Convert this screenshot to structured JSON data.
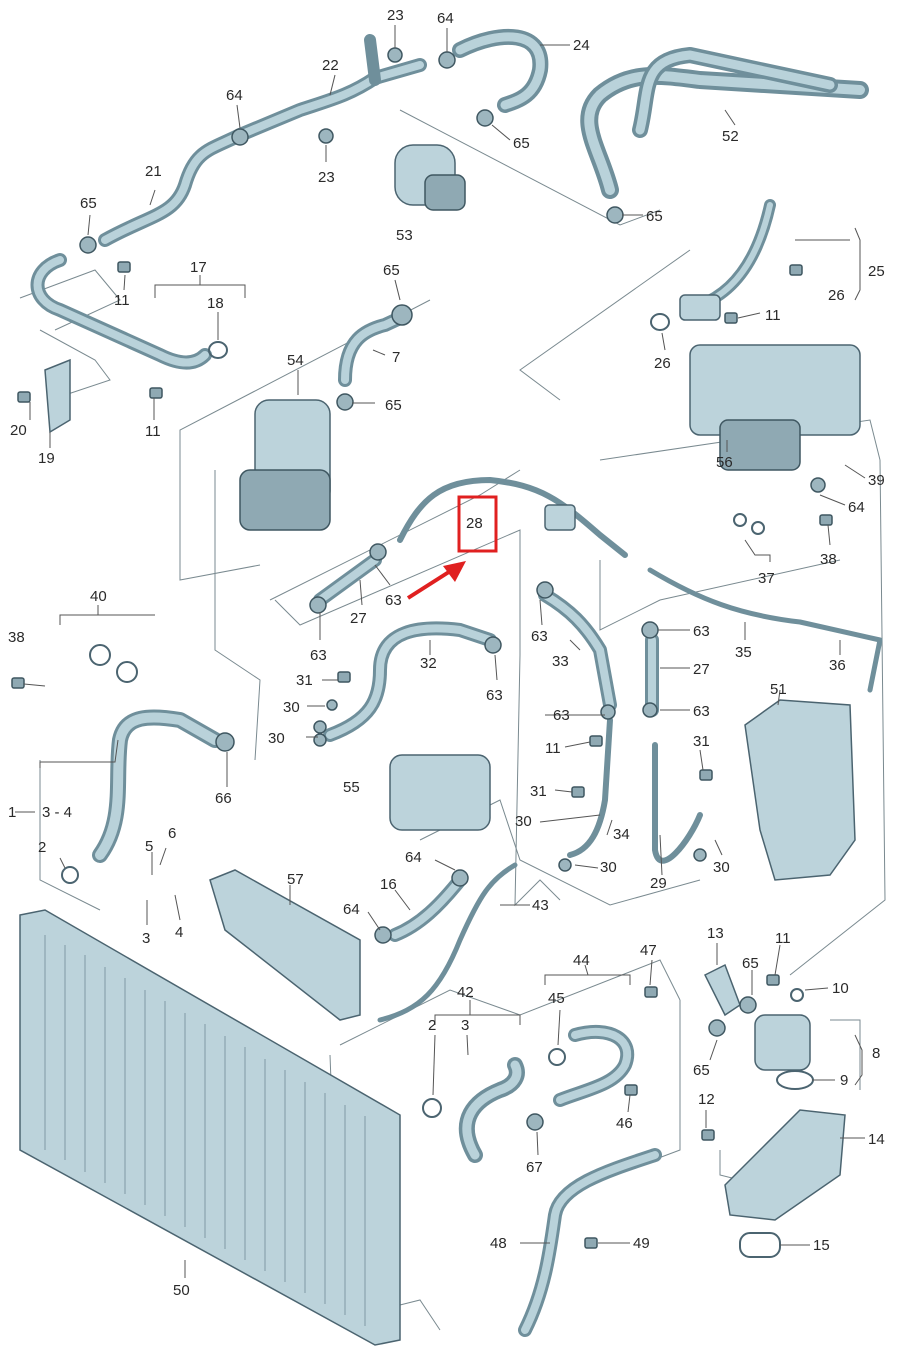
{
  "labels": [
    {
      "id": "23a",
      "text": "23"
    },
    {
      "id": "64a",
      "text": "64"
    },
    {
      "id": "24",
      "text": "24"
    },
    {
      "id": "22",
      "text": "22"
    },
    {
      "id": "64b",
      "text": "64"
    },
    {
      "id": "65a",
      "text": "65"
    },
    {
      "id": "23b",
      "text": "23"
    },
    {
      "id": "52",
      "text": "52"
    },
    {
      "id": "21",
      "text": "21"
    },
    {
      "id": "65b",
      "text": "65"
    },
    {
      "id": "53",
      "text": "53"
    },
    {
      "id": "65c",
      "text": "65"
    },
    {
      "id": "11a",
      "text": "11"
    },
    {
      "id": "17",
      "text": "17"
    },
    {
      "id": "18",
      "text": "18"
    },
    {
      "id": "65d",
      "text": "65"
    },
    {
      "id": "25",
      "text": "25"
    },
    {
      "id": "26a",
      "text": "26"
    },
    {
      "id": "11b",
      "text": "11"
    },
    {
      "id": "7",
      "text": "7"
    },
    {
      "id": "54",
      "text": "54"
    },
    {
      "id": "26b",
      "text": "26"
    },
    {
      "id": "65e",
      "text": "65"
    },
    {
      "id": "20",
      "text": "20"
    },
    {
      "id": "11c",
      "text": "11"
    },
    {
      "id": "19",
      "text": "19"
    },
    {
      "id": "56",
      "text": "56"
    },
    {
      "id": "39",
      "text": "39"
    },
    {
      "id": "28",
      "text": "28"
    },
    {
      "id": "64c",
      "text": "64"
    },
    {
      "id": "38a",
      "text": "38"
    },
    {
      "id": "37",
      "text": "37"
    },
    {
      "id": "40",
      "text": "40"
    },
    {
      "id": "27a",
      "text": "27"
    },
    {
      "id": "63a",
      "text": "63"
    },
    {
      "id": "63b",
      "text": "63"
    },
    {
      "id": "63c",
      "text": "63"
    },
    {
      "id": "63d",
      "text": "63"
    },
    {
      "id": "35",
      "text": "35"
    },
    {
      "id": "38b",
      "text": "38"
    },
    {
      "id": "32",
      "text": "32"
    },
    {
      "id": "33",
      "text": "33"
    },
    {
      "id": "27b",
      "text": "27"
    },
    {
      "id": "36",
      "text": "36"
    },
    {
      "id": "31a",
      "text": "31"
    },
    {
      "id": "63e",
      "text": "63"
    },
    {
      "id": "51",
      "text": "51"
    },
    {
      "id": "30a",
      "text": "30"
    },
    {
      "id": "63f",
      "text": "63"
    },
    {
      "id": "63g",
      "text": "63"
    },
    {
      "id": "30b",
      "text": "30"
    },
    {
      "id": "11d",
      "text": "11"
    },
    {
      "id": "31b",
      "text": "31"
    },
    {
      "id": "66",
      "text": "66"
    },
    {
      "id": "55",
      "text": "55"
    },
    {
      "id": "31c",
      "text": "31"
    },
    {
      "id": "1",
      "text": "1"
    },
    {
      "id": "3-4",
      "text": "3 - 4"
    },
    {
      "id": "30c",
      "text": "30"
    },
    {
      "id": "6",
      "text": "6"
    },
    {
      "id": "34",
      "text": "34"
    },
    {
      "id": "2a",
      "text": "2"
    },
    {
      "id": "5",
      "text": "5"
    },
    {
      "id": "64d",
      "text": "64"
    },
    {
      "id": "30d",
      "text": "30"
    },
    {
      "id": "30e",
      "text": "30"
    },
    {
      "id": "57",
      "text": "57"
    },
    {
      "id": "16",
      "text": "16"
    },
    {
      "id": "29",
      "text": "29"
    },
    {
      "id": "43",
      "text": "43"
    },
    {
      "id": "3a",
      "text": "3"
    },
    {
      "id": "4",
      "text": "4"
    },
    {
      "id": "64e",
      "text": "64"
    },
    {
      "id": "13",
      "text": "13"
    },
    {
      "id": "11e",
      "text": "11"
    },
    {
      "id": "47",
      "text": "47"
    },
    {
      "id": "44",
      "text": "44"
    },
    {
      "id": "65f",
      "text": "65"
    },
    {
      "id": "42",
      "text": "42"
    },
    {
      "id": "10",
      "text": "10"
    },
    {
      "id": "45",
      "text": "45"
    },
    {
      "id": "2b",
      "text": "2"
    },
    {
      "id": "3b",
      "text": "3"
    },
    {
      "id": "8",
      "text": "8"
    },
    {
      "id": "65g",
      "text": "65"
    },
    {
      "id": "9",
      "text": "9"
    },
    {
      "id": "46",
      "text": "46"
    },
    {
      "id": "12",
      "text": "12"
    },
    {
      "id": "14",
      "text": "14"
    },
    {
      "id": "67",
      "text": "67"
    },
    {
      "id": "48",
      "text": "48"
    },
    {
      "id": "49",
      "text": "49"
    },
    {
      "id": "15",
      "text": "15"
    },
    {
      "id": "50",
      "text": "50"
    }
  ],
  "highlight": {
    "label": "28",
    "box_color": "#e02020",
    "arrow_color": "#e02020"
  },
  "colors": {
    "part_fill": "#bcd3db",
    "part_stroke": "#4b6470",
    "hose": "#6f8f9b",
    "label": "#2a2a2a"
  }
}
